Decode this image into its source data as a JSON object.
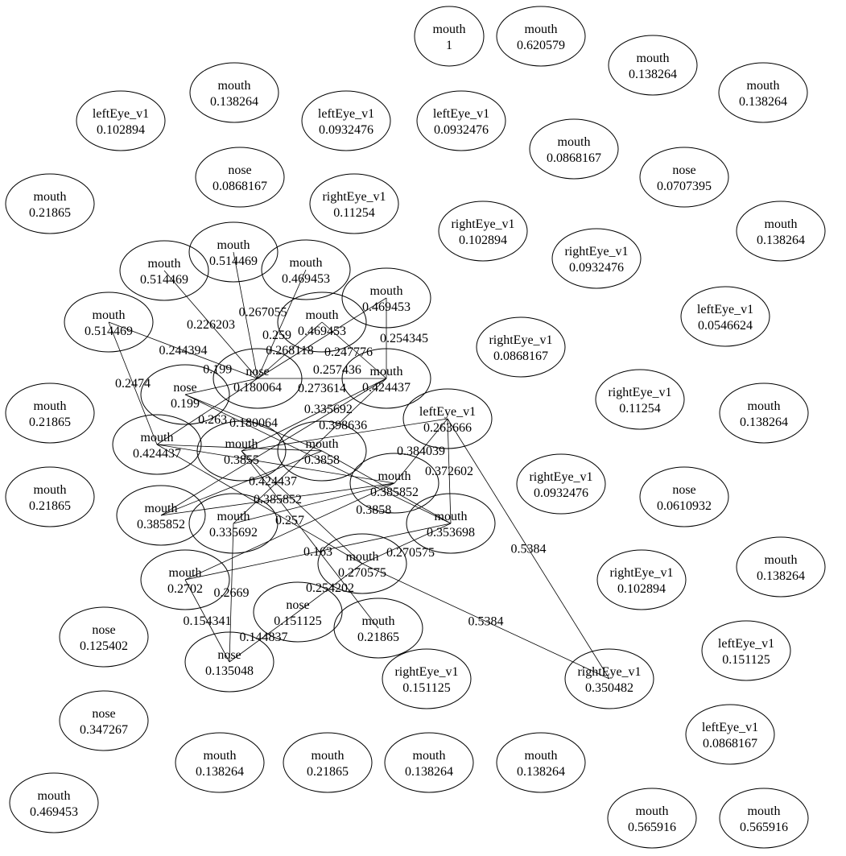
{
  "graph": {
    "nodes": [
      {
        "name": "mouth",
        "value": "1"
      },
      {
        "name": "mouth",
        "value": "0.620579"
      },
      {
        "name": "mouth",
        "value": "0.138264"
      },
      {
        "name": "mouth",
        "value": "0.138264"
      },
      {
        "name": "mouth",
        "value": "0.138264"
      },
      {
        "name": "leftEye_v1",
        "value": "0.102894"
      },
      {
        "name": "leftEye_v1",
        "value": "0.0932476"
      },
      {
        "name": "leftEye_v1",
        "value": "0.0932476"
      },
      {
        "name": "mouth",
        "value": "0.0868167"
      },
      {
        "name": "nose",
        "value": "0.0868167"
      },
      {
        "name": "nose",
        "value": "0.0707395"
      },
      {
        "name": "mouth",
        "value": "0.21865"
      },
      {
        "name": "rightEye_v1",
        "value": "0.11254"
      },
      {
        "name": "rightEye_v1",
        "value": "0.102894"
      },
      {
        "name": "mouth",
        "value": "0.138264"
      },
      {
        "name": "rightEye_v1",
        "value": "0.0932476"
      },
      {
        "name": "mouth",
        "value": "0.514469"
      },
      {
        "name": "mouth",
        "value": "0.514469"
      },
      {
        "name": "mouth",
        "value": "0.469453"
      },
      {
        "name": "mouth",
        "value": "0.469453"
      },
      {
        "name": "mouth",
        "value": "0.469453"
      },
      {
        "name": "mouth",
        "value": "0.514469"
      },
      {
        "name": "leftEye_v1",
        "value": "0.0546624"
      },
      {
        "name": "rightEye_v1",
        "value": "0.0868167"
      },
      {
        "name": "rightEye_v1",
        "value": "0.11254"
      },
      {
        "name": "mouth",
        "value": "0.138264"
      },
      {
        "name": "mouth",
        "value": "0.21865"
      },
      {
        "name": "leftEye_v1",
        "value": "0.263666"
      },
      {
        "name": "nose",
        "value": "0.180064"
      },
      {
        "name": "mouth",
        "value": "0.424437"
      },
      {
        "name": "rightEye_v1",
        "value": "0.0932476"
      },
      {
        "name": "nose",
        "value": "0.0610932"
      },
      {
        "name": "mouth",
        "value": "0.21865"
      },
      {
        "name": "mouth",
        "value": "0.353698"
      },
      {
        "name": "mouth",
        "value": "0.138264"
      },
      {
        "name": "rightEye_v1",
        "value": "0.102894"
      },
      {
        "name": "nose",
        "value": "0.151125"
      },
      {
        "name": "nose",
        "value": "0.125402"
      },
      {
        "name": "nose",
        "value": "0.135048"
      },
      {
        "name": "mouth",
        "value": "0.21865"
      },
      {
        "name": "rightEye_v1",
        "value": "0.151125"
      },
      {
        "name": "rightEye_v1",
        "value": "0.350482"
      },
      {
        "name": "leftEye_v1",
        "value": "0.151125"
      },
      {
        "name": "nose",
        "value": "0.347267"
      },
      {
        "name": "leftEye_v1",
        "value": "0.0868167"
      },
      {
        "name": "mouth",
        "value": "0.138264"
      },
      {
        "name": "mouth",
        "value": "0.21865"
      },
      {
        "name": "mouth",
        "value": "0.138264"
      },
      {
        "name": "mouth",
        "value": "0.138264"
      },
      {
        "name": "mouth",
        "value": "0.469453"
      },
      {
        "name": "mouth",
        "value": "0.565916"
      },
      {
        "name": "mouth",
        "value": "0.565916"
      },
      {
        "name": "mouth",
        "value": "0.385852"
      },
      {
        "name": "mouth",
        "value": "0.424437"
      },
      {
        "name": "mouth",
        "value": "0.385852"
      },
      {
        "name": "mouth",
        "value": "0.335692"
      },
      {
        "name": "nose",
        "value": "0.199"
      },
      {
        "name": "mouth",
        "value": "0.270575"
      },
      {
        "name": "mouth",
        "value": "0.2702"
      },
      {
        "name": "mouth",
        "value": "0.3855"
      },
      {
        "name": "mouth",
        "value": "0.3858"
      }
    ],
    "edges": [
      {
        "from": 17,
        "to": 28,
        "label": "0.226203"
      },
      {
        "from": 21,
        "to": 28,
        "label": "0.244394"
      },
      {
        "from": 21,
        "to": 29,
        "label": "0.2474"
      },
      {
        "from": 16,
        "to": 28,
        "label": "0.267055"
      },
      {
        "from": 18,
        "to": 28,
        "label": "0.259"
      },
      {
        "from": 19,
        "to": 28,
        "label": "0.268118"
      },
      {
        "from": 20,
        "to": 28,
        "label": "0.247776"
      },
      {
        "from": 20,
        "to": 53,
        "label": "0.254345"
      },
      {
        "from": 19,
        "to": 53,
        "label": "0.257436"
      },
      {
        "from": 28,
        "to": 53,
        "label": "0.273614"
      },
      {
        "from": 27,
        "to": 33,
        "label": "0.372602"
      },
      {
        "from": 27,
        "to": 52,
        "label": "0.384039"
      },
      {
        "from": 27,
        "to": 59,
        "label": "0.398636"
      },
      {
        "from": 27,
        "to": 41,
        "label": "0.5384"
      },
      {
        "from": 57,
        "to": 41,
        "label": "0.5384"
      },
      {
        "from": 38,
        "to": 55,
        "label": "0.2669"
      },
      {
        "from": 38,
        "to": 58,
        "label": "0.154341"
      },
      {
        "from": 38,
        "to": 36,
        "label": "0.144837"
      },
      {
        "from": 36,
        "to": 57,
        "label": "0.254202"
      },
      {
        "from": 57,
        "to": 33,
        "label": "0.270575"
      },
      {
        "from": 28,
        "to": 29,
        "label": "0.263"
      },
      {
        "from": 28,
        "to": 56,
        "label": "0.199"
      },
      {
        "from": 56,
        "to": 60,
        "label": "0.180064"
      },
      {
        "from": 29,
        "to": 52,
        "label": "0.424437"
      },
      {
        "from": 54,
        "to": 52,
        "label": "0.385852"
      },
      {
        "from": 55,
        "to": 53,
        "label": "0.335692"
      },
      {
        "from": 59,
        "to": 57,
        "label": "0.257"
      },
      {
        "from": 58,
        "to": 33,
        "label": "0.163"
      },
      {
        "from": 60,
        "to": 33,
        "label": "0.3858"
      },
      {
        "from": 54,
        "to": 60,
        "label": ""
      },
      {
        "from": 29,
        "to": 57,
        "label": ""
      },
      {
        "from": 55,
        "to": 52,
        "label": ""
      },
      {
        "from": 59,
        "to": 53,
        "label": ""
      },
      {
        "from": 58,
        "to": 52,
        "label": ""
      },
      {
        "from": 56,
        "to": 33,
        "label": ""
      },
      {
        "from": 54,
        "to": 53,
        "label": ""
      },
      {
        "from": 29,
        "to": 60,
        "label": ""
      },
      {
        "from": 59,
        "to": 39,
        "label": ""
      }
    ]
  }
}
